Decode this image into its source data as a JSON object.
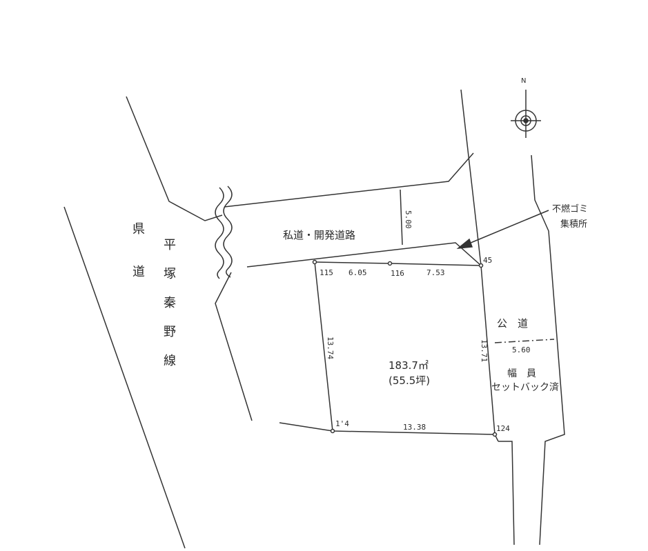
{
  "road_prefectural": {
    "label_1": "県",
    "label_2": "道",
    "name": "平塚秦野線"
  },
  "private_road": {
    "label": "私道・開発道路",
    "width": "5.00"
  },
  "garbage": {
    "line1": "不燃ゴミ",
    "line2": "集積所"
  },
  "points": {
    "p45": "45",
    "p115": "115",
    "p116": "116",
    "p114": "1'4",
    "p124": "124"
  },
  "dimensions": {
    "d_115_116": "6.05",
    "d_116_45": "7.53",
    "west": "13.74",
    "east": "13.71",
    "south": "13.38",
    "road_width": "5.60"
  },
  "lot": {
    "area": "183.7㎡",
    "tsubo": "(55.5坪)"
  },
  "public_road": {
    "label": "公　道",
    "width_label": "幅　員",
    "setback": "セットバック済"
  },
  "compass": {
    "north": "N"
  }
}
